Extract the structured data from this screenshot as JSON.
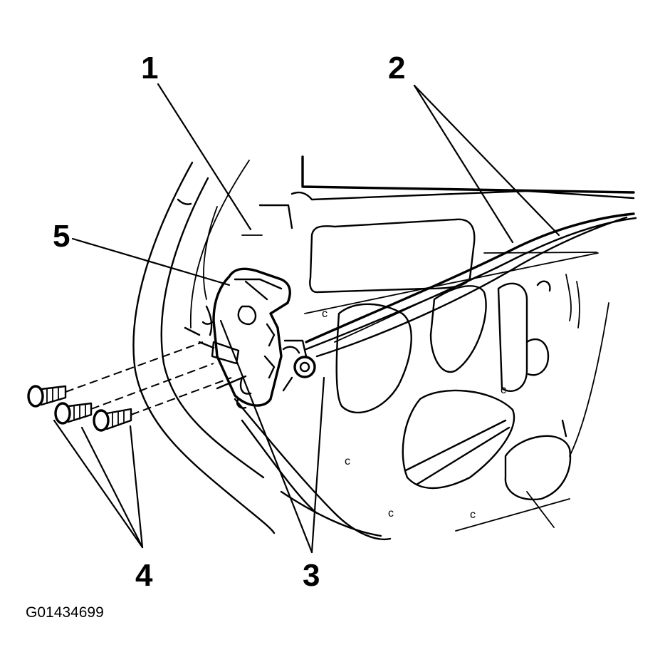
{
  "figure_id": "G01434699",
  "callouts": {
    "c1": "1",
    "c2": "2",
    "c3": "3",
    "c4": "4",
    "c5": "5"
  },
  "marks": [
    "c",
    "c",
    "c",
    "c",
    "c"
  ]
}
